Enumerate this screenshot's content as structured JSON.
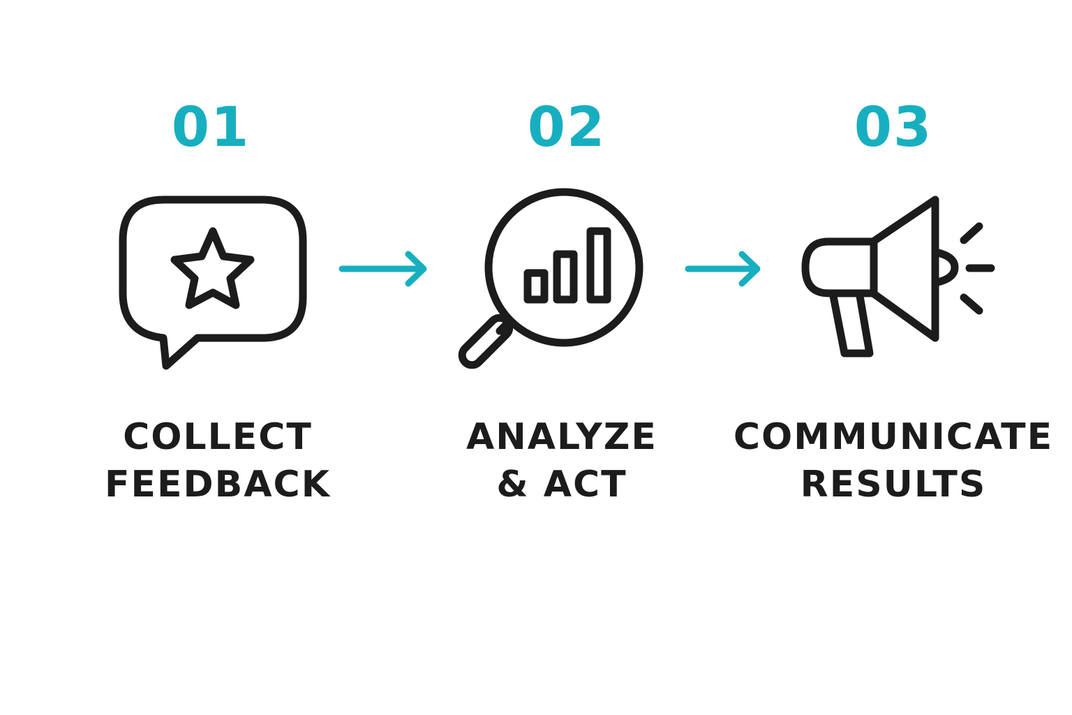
{
  "colors": {
    "accent": "#17AFC0",
    "ink": "#1C1C1C",
    "background": "#FFFFFF"
  },
  "steps": [
    {
      "number": "01",
      "label_line1": "COLLECT",
      "label_line2": "FEEDBACK",
      "icon": "speech-bubble-star-icon"
    },
    {
      "number": "02",
      "label_line1": "ANALYZE",
      "label_line2": "& ACT",
      "icon": "magnifier-bar-chart-icon"
    },
    {
      "number": "03",
      "label_line1": "COMMUNICATE",
      "label_line2": "RESULTS",
      "icon": "megaphone-icon"
    }
  ],
  "connectors": [
    {
      "from": "01",
      "to": "02",
      "icon": "arrow-right-icon"
    },
    {
      "from": "02",
      "to": "03",
      "icon": "arrow-right-icon"
    }
  ]
}
